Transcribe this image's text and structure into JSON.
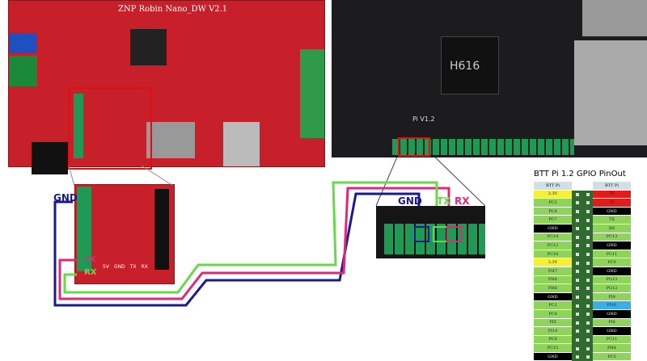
{
  "board_left": {
    "title": "ZNP Robin Nano_DW V2.1"
  },
  "board_right": {
    "chip": "H616",
    "version": "Pi V1.2"
  },
  "labels": {
    "gnd_left": "GND",
    "tx_left": "TX",
    "rx_left": "RX",
    "gnd_right": "GND",
    "tx_right": "TX",
    "rx_right": "RX"
  },
  "header_labels": [
    "5V",
    "GND",
    "TX",
    "RX"
  ],
  "colors": {
    "gnd": "#1a1a8c",
    "tx": "#e0287a",
    "rx": "#66d94a",
    "highlight": "#e01010"
  },
  "pinout": {
    "title": "BTT Pi 1.2 GPIO PinOut",
    "col_header": "BTT Pi",
    "rows": [
      {
        "l": "3.3V",
        "r": "5V",
        "lc": "#f5ef3a",
        "rc": "#e21b1b"
      },
      {
        "l": "PC3",
        "r": "5V",
        "lc": "#8ed45a",
        "rc": "#e21b1b"
      },
      {
        "l": "PC8",
        "r": "GND",
        "lc": "#8ed45a",
        "rc": "#000000"
      },
      {
        "l": "PC7",
        "r": "TX",
        "lc": "#8ed45a",
        "rc": "#8ed45a"
      },
      {
        "l": "GND",
        "r": "RX",
        "lc": "#000000",
        "rc": "#8ed45a"
      },
      {
        "l": "PC14",
        "r": "PC13",
        "lc": "#8ed45a",
        "rc": "#8ed45a"
      },
      {
        "l": "PC12",
        "r": "GND",
        "lc": "#8ed45a",
        "rc": "#000000"
      },
      {
        "l": "PC10",
        "r": "PC11",
        "lc": "#8ed45a",
        "rc": "#8ed45a"
      },
      {
        "l": "3.3V",
        "r": "PC9",
        "lc": "#f5ef3a",
        "rc": "#8ed45a"
      },
      {
        "l": "PH7",
        "r": "GND",
        "lc": "#8ed45a",
        "rc": "#000000"
      },
      {
        "l": "PH8",
        "r": "PG13",
        "lc": "#8ed45a",
        "rc": "#8ed45a"
      },
      {
        "l": "PH6",
        "r": "PG12",
        "lc": "#8ed45a",
        "rc": "#8ed45a"
      },
      {
        "l": "GND",
        "r": "PI9",
        "lc": "#000000",
        "rc": "#8ed45a"
      },
      {
        "l": "PC2",
        "r": "PI10",
        "lc": "#8ed45a",
        "rc": "#3aaee8"
      },
      {
        "l": "PC4",
        "r": "GND",
        "lc": "#8ed45a",
        "rc": "#000000"
      },
      {
        "l": "PI5",
        "r": "PI6",
        "lc": "#8ed45a",
        "rc": "#8ed45a"
      },
      {
        "l": "PI14",
        "r": "GND",
        "lc": "#8ed45a",
        "rc": "#000000"
      },
      {
        "l": "PC6",
        "r": "PC11",
        "lc": "#8ed45a",
        "rc": "#8ed45a"
      },
      {
        "l": "PC15",
        "r": "PH4",
        "lc": "#8ed45a",
        "rc": "#8ed45a"
      },
      {
        "l": "GND",
        "r": "PC0",
        "lc": "#000000",
        "rc": "#8ed45a"
      }
    ]
  }
}
